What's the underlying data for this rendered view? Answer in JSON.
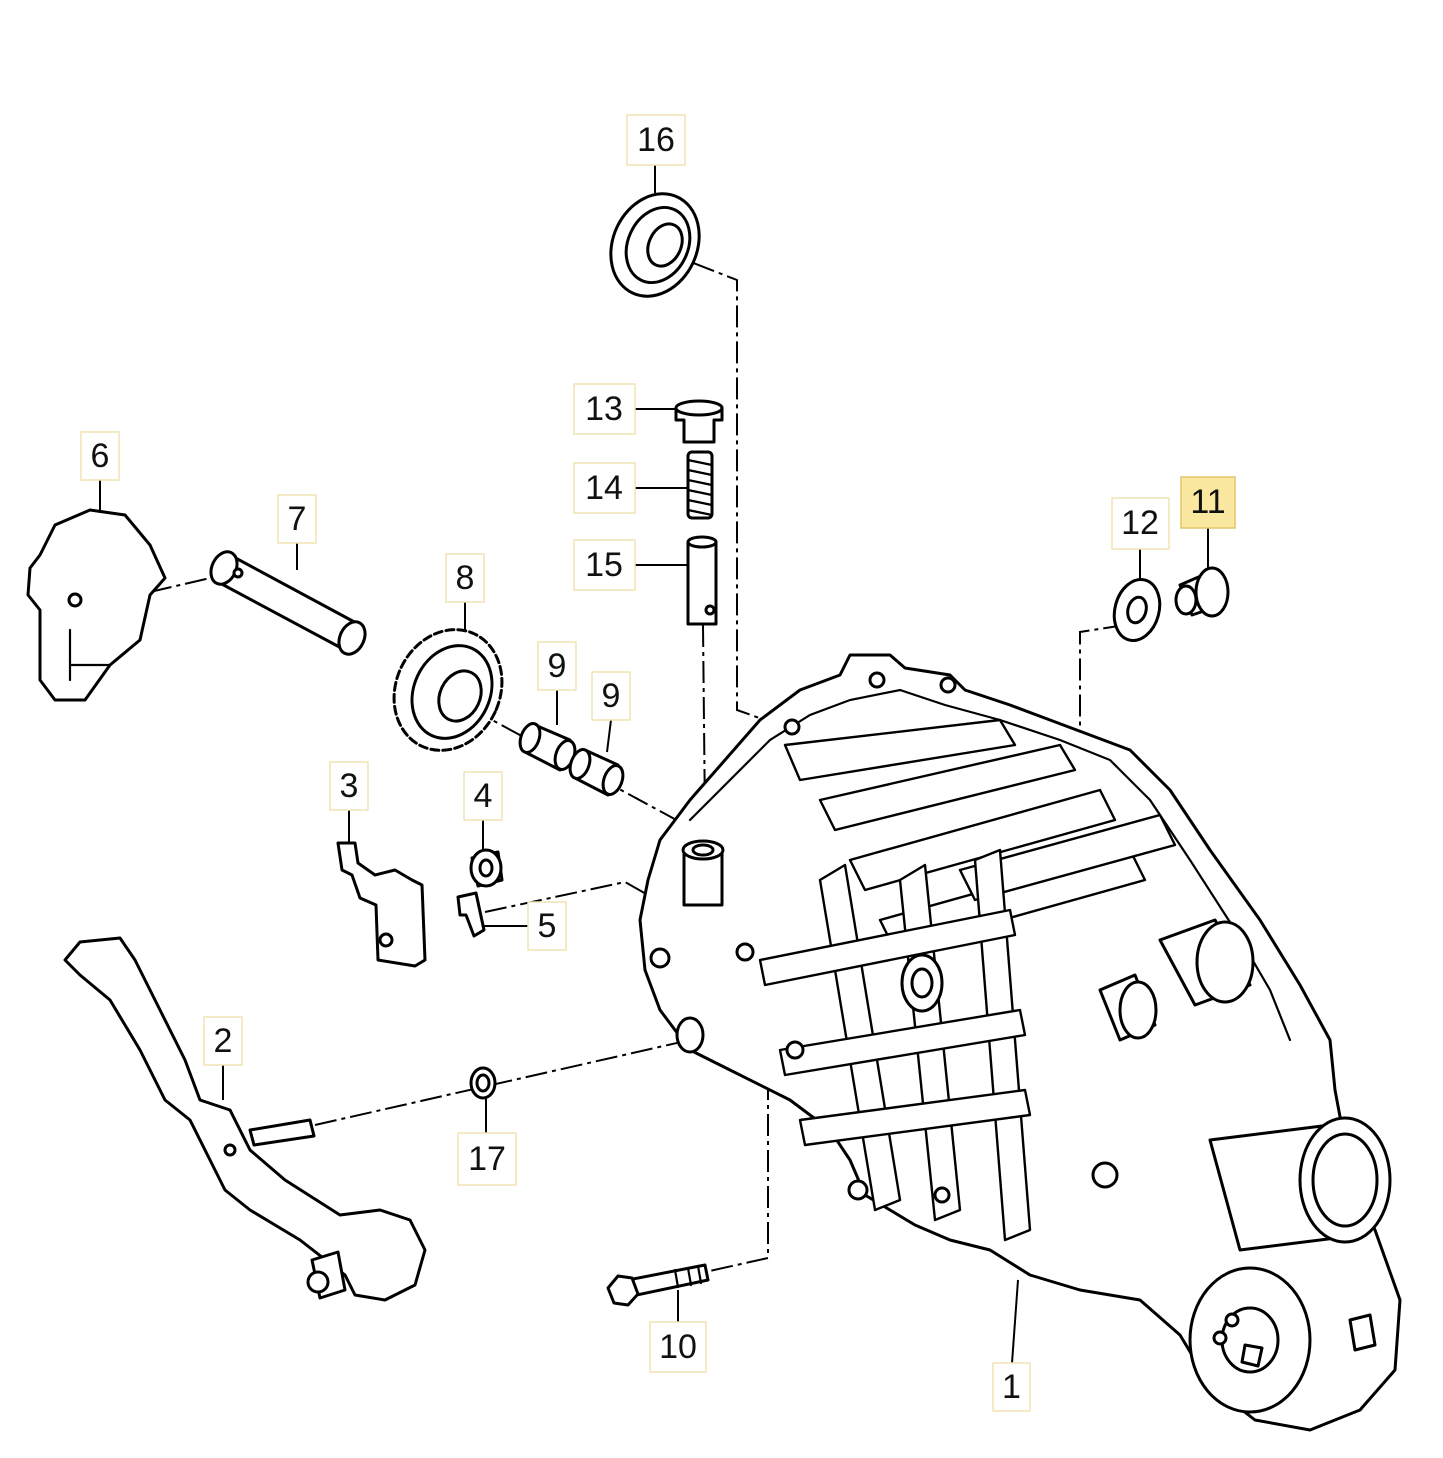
{
  "labels": [
    {
      "id": "1",
      "text": "1",
      "highlighted": false
    },
    {
      "id": "2",
      "text": "2",
      "highlighted": false
    },
    {
      "id": "3",
      "text": "3",
      "highlighted": false
    },
    {
      "id": "4",
      "text": "4",
      "highlighted": false
    },
    {
      "id": "5",
      "text": "5",
      "highlighted": false
    },
    {
      "id": "6",
      "text": "6",
      "highlighted": false
    },
    {
      "id": "7",
      "text": "7",
      "highlighted": false
    },
    {
      "id": "8",
      "text": "8",
      "highlighted": false
    },
    {
      "id": "9a",
      "text": "9",
      "highlighted": false
    },
    {
      "id": "9b",
      "text": "9",
      "highlighted": false
    },
    {
      "id": "10",
      "text": "10",
      "highlighted": false
    },
    {
      "id": "11",
      "text": "11",
      "highlighted": true
    },
    {
      "id": "12",
      "text": "12",
      "highlighted": false
    },
    {
      "id": "13",
      "text": "13",
      "highlighted": false
    },
    {
      "id": "14",
      "text": "14",
      "highlighted": false
    },
    {
      "id": "15",
      "text": "15",
      "highlighted": false
    },
    {
      "id": "16",
      "text": "16",
      "highlighted": false
    },
    {
      "id": "17",
      "text": "17",
      "highlighted": false
    }
  ],
  "colors": {
    "line": "#000000",
    "label_border": "#f2e3b3",
    "highlight_fill": "#fbe8a0"
  }
}
